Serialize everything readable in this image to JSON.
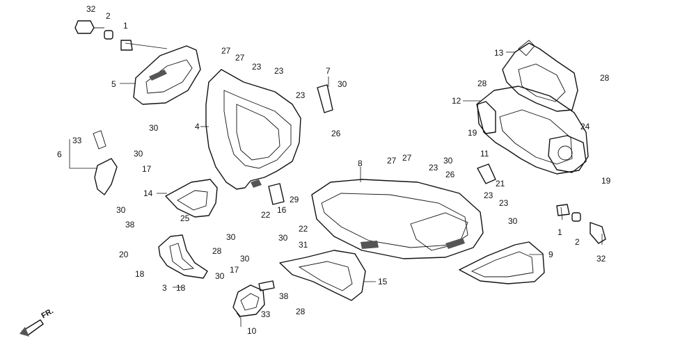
{
  "direction_label": "FR.",
  "callouts": [
    "32",
    "2",
    "1",
    "27",
    "27",
    "23",
    "23",
    "7",
    "30",
    "5",
    "23",
    "4",
    "30",
    "26",
    "13",
    "28",
    "28",
    "12",
    "19",
    "24",
    "33",
    "6",
    "30",
    "17",
    "30",
    "11",
    "30",
    "26",
    "21",
    "27",
    "27",
    "8",
    "23",
    "23",
    "14",
    "16",
    "29",
    "19",
    "25",
    "38",
    "22",
    "22",
    "30",
    "28",
    "31",
    "23",
    "1",
    "30",
    "2",
    "20",
    "30",
    "18",
    "3",
    "18",
    "17",
    "30",
    "30",
    "38",
    "15",
    "9",
    "28",
    "33",
    "10",
    "32"
  ]
}
